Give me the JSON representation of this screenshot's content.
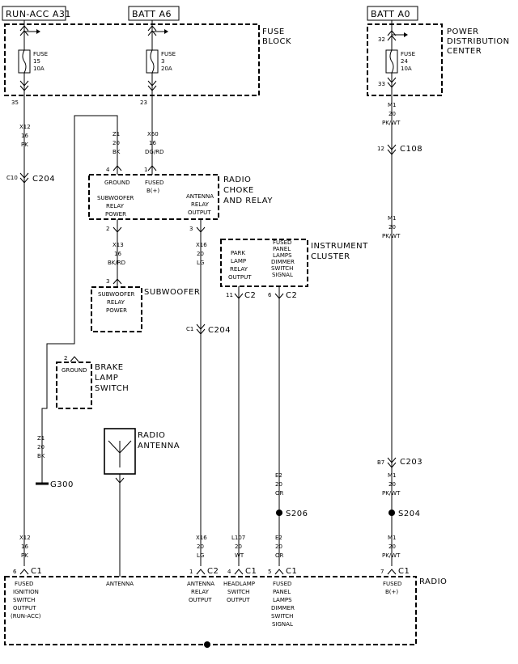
{
  "sources": {
    "run_acc": "RUN-ACC A31",
    "batt_a6": "BATT A6",
    "batt_a0": "BATT A0"
  },
  "boxes": {
    "fuse_block": [
      "FUSE",
      "BLOCK"
    ],
    "pdc": [
      "POWER",
      "DISTRIBUTION",
      "CENTER"
    ],
    "radio_choke": [
      "RADIO",
      "CHOKE",
      "AND RELAY"
    ],
    "instrument_cluster": [
      "INSTRUMENT",
      "CLUSTER"
    ],
    "subwoofer": "SUBWOOFER",
    "brake_switch": [
      "BRAKE",
      "LAMP",
      "SWITCH"
    ],
    "radio_antenna": [
      "RADIO",
      "ANTENNA"
    ],
    "radio": "RADIO"
  },
  "fuses": {
    "f15": [
      "FUSE",
      "15",
      "10A"
    ],
    "f3": [
      "FUSE",
      "3",
      "20A"
    ],
    "f24": [
      "FUSE",
      "24",
      "10A"
    ]
  },
  "pins": {
    "p35": "35",
    "p23": "23",
    "p32": "32",
    "p33": "33",
    "p4": "4",
    "p1": "1",
    "p2": "2",
    "p3": "3",
    "p3b": "3",
    "p11": "11",
    "p6": "6",
    "p2b": "2",
    "p12": "12",
    "p10": "C10",
    "p1c": "C1",
    "p87": "B7",
    "p6r": "6",
    "p1r": "1",
    "p4r": "4",
    "p5r": "5",
    "p7r": "7"
  },
  "connectors": {
    "c204a": "C204",
    "c204b": "C204",
    "c108": "C108",
    "c203": "C203",
    "c2a": "C2",
    "c2b": "C2",
    "r_c1a": "C1",
    "r_c2": "C2",
    "r_c1b": "C1",
    "r_c1c": "C1",
    "r_c1d": "C1"
  },
  "splices": {
    "s206": "S206",
    "s204": "S204",
    "g300": "G300"
  },
  "wires": {
    "x12a": [
      "X12",
      "16",
      "PK"
    ],
    "x12b": [
      "X12",
      "16",
      "PK"
    ],
    "z1a": [
      "Z1",
      "20",
      "BK"
    ],
    "z1b": [
      "Z1",
      "20",
      "BK"
    ],
    "x60": [
      "X60",
      "16",
      "DG/RD"
    ],
    "x13": [
      "X13",
      "16",
      "BK/RD"
    ],
    "x16a": [
      "X16",
      "20",
      "LG"
    ],
    "x16b": [
      "X16",
      "20",
      "LG"
    ],
    "l107": [
      "L107",
      "20",
      "WT"
    ],
    "e2a": [
      "E2",
      "20",
      "OR"
    ],
    "e2b": [
      "E2",
      "20",
      "OR"
    ],
    "m1a": [
      "M1",
      "20",
      "PK/WT"
    ],
    "m1b": [
      "M1",
      "20",
      "PK/WT"
    ],
    "m1c": [
      "M1",
      "20",
      "PK/WT"
    ],
    "m1d": [
      "M1",
      "20",
      "PK/WT"
    ]
  },
  "pin_labels": {
    "ground1": "GROUND",
    "fused_b": [
      "FUSED",
      "B(+)"
    ],
    "sub_relay": [
      "SUBWOOFER",
      "RELAY",
      "POWER"
    ],
    "ant_relay_out": [
      "ANTENNA",
      "RELAY",
      "OUTPUT"
    ],
    "sub_in": [
      "SUBWOOFER",
      "RELAY",
      "POWER"
    ],
    "park_lamp": [
      "PARK",
      "LAMP",
      "RELAY",
      "OUTPUT"
    ],
    "fused_panel": [
      "FUSED",
      "PANEL",
      "LAMPS",
      "DIMMER",
      "SWITCH",
      "SIGNAL"
    ],
    "ground2": "GROUND",
    "r_fused_ign": [
      "FUSED",
      "IGNITION",
      "SWITCH",
      "OUTPUT",
      "(RUN-ACC)"
    ],
    "r_antenna": "ANTENNA",
    "r_ant_relay": [
      "ANTENNA",
      "RELAY",
      "OUTPUT"
    ],
    "r_headlamp": [
      "HEADLAMP",
      "SWITCH",
      "OUTPUT"
    ],
    "r_fused_panel": [
      "FUSED",
      "PANEL",
      "LAMPS",
      "DIMMER",
      "SWITCH",
      "SIGNAL"
    ],
    "r_fused_b": [
      "FUSED",
      "B(+)"
    ]
  }
}
